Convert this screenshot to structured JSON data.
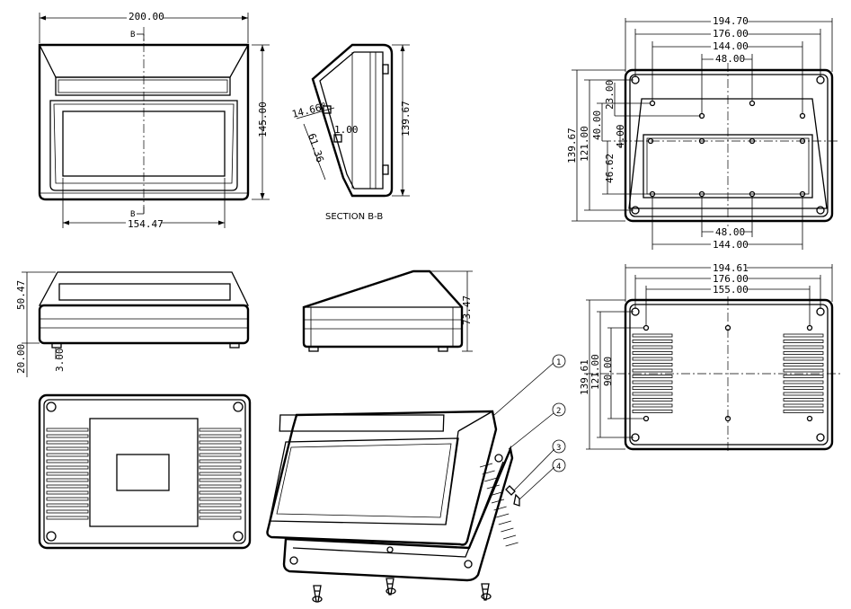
{
  "front_view": {
    "width_dim": "200.00",
    "height_dim": "145.00",
    "bottom_dim": "154.47",
    "section_mark_top": "B",
    "section_mark_bottom": "B"
  },
  "section_view": {
    "label": "SECTION B-B",
    "angle": "14.66°",
    "wall": "1.00",
    "depth": "61.36",
    "height": "139.67"
  },
  "top_right_view": {
    "w1": "194.70",
    "w2": "176.00",
    "w3": "144.00",
    "w4": "48.00",
    "h1": "139.67",
    "h2": "121.00",
    "h3": "40.00",
    "h4": "23.00",
    "h5": "46.62",
    "h6": "4.00",
    "bw1": "48.00",
    "bw2": "144.00"
  },
  "side_front_view": {
    "h1": "50.47",
    "h2": "20.00",
    "h3": "3.00"
  },
  "side_view": {
    "h1": "73.47"
  },
  "bottom_right_view": {
    "w1": "194.61",
    "w2": "176.00",
    "w3": "155.00",
    "h1": "139.61",
    "h2": "121.00",
    "h3": "90.00"
  },
  "callouts": [
    "1",
    "2",
    "3",
    "4"
  ]
}
